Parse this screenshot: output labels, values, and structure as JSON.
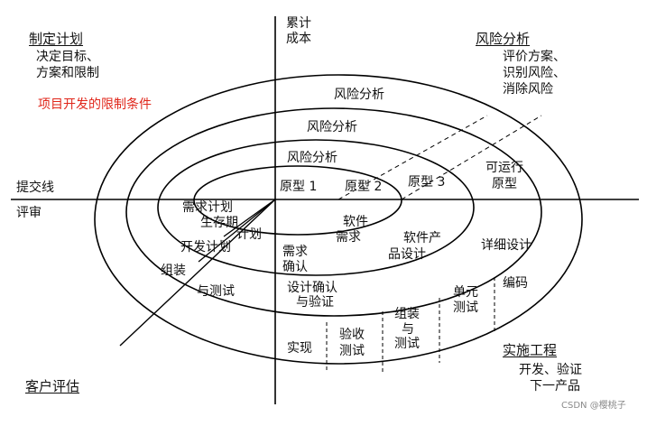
{
  "quadrants": {
    "top_left": {
      "title": "制定计划",
      "lines": [
        "决定目标、",
        "方案和限制"
      ]
    },
    "top_right": {
      "title": "风险分析",
      "lines": [
        "评价方案、",
        "识别风险、",
        "消除风险"
      ]
    },
    "bottom_left": {
      "title": "客户评估"
    },
    "bottom_right": {
      "title": "实施工程",
      "lines": [
        "开发、验证",
        "下一产品"
      ]
    }
  },
  "axes": {
    "cumulative_cost": [
      "累计",
      "成本"
    ],
    "commit_line": "提交线",
    "review": "评审"
  },
  "annotation_red": "项目开发的限制条件",
  "risk_analysis": [
    "风险分析",
    "风险分析",
    "风险分析"
  ],
  "prototypes": [
    "原型 1",
    "原型 2",
    "原型 3",
    "可运行",
    "原型"
  ],
  "plans": [
    "需求计划",
    "生存期",
    "计划",
    "开发计划",
    "组装",
    "与测试"
  ],
  "development": [
    "软件",
    "需求",
    "需求",
    "确认",
    "软件产",
    "品设计",
    "详细设计",
    "设计确认",
    "与验证",
    "单元",
    "测试",
    "编码"
  ],
  "phases": [
    "实现",
    "验收",
    "测试",
    "组装",
    "与",
    "测试"
  ],
  "watermark": "CSDN @樱桃子"
}
